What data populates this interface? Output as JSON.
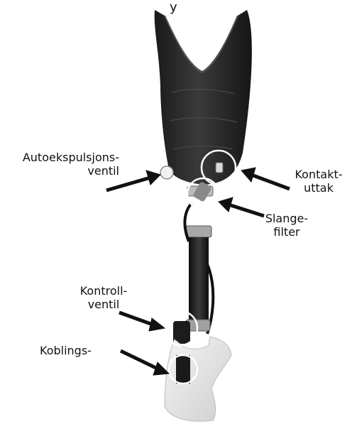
{
  "labels": {
    "auto_expulsion": {
      "line1": "Autoekspulsjons-",
      "line2": "ventil"
    },
    "contact": {
      "line1": "Kontakt-",
      "line2": "uttak"
    },
    "hose_filter": {
      "line1": "Slange-",
      "line2": "filter"
    },
    "control_valve": {
      "line1": "Kontroll-",
      "line2": "ventil"
    },
    "coupling": {
      "line1": "Koblings-"
    }
  },
  "top_fragment": "y",
  "colors": {
    "socket": "#2a2a2a",
    "pylon": "#1e1e1e",
    "metal": "#9a9a9a",
    "foot": "#e6e6e6",
    "arrow": "#111111",
    "callout_circle": "#ffffff"
  }
}
